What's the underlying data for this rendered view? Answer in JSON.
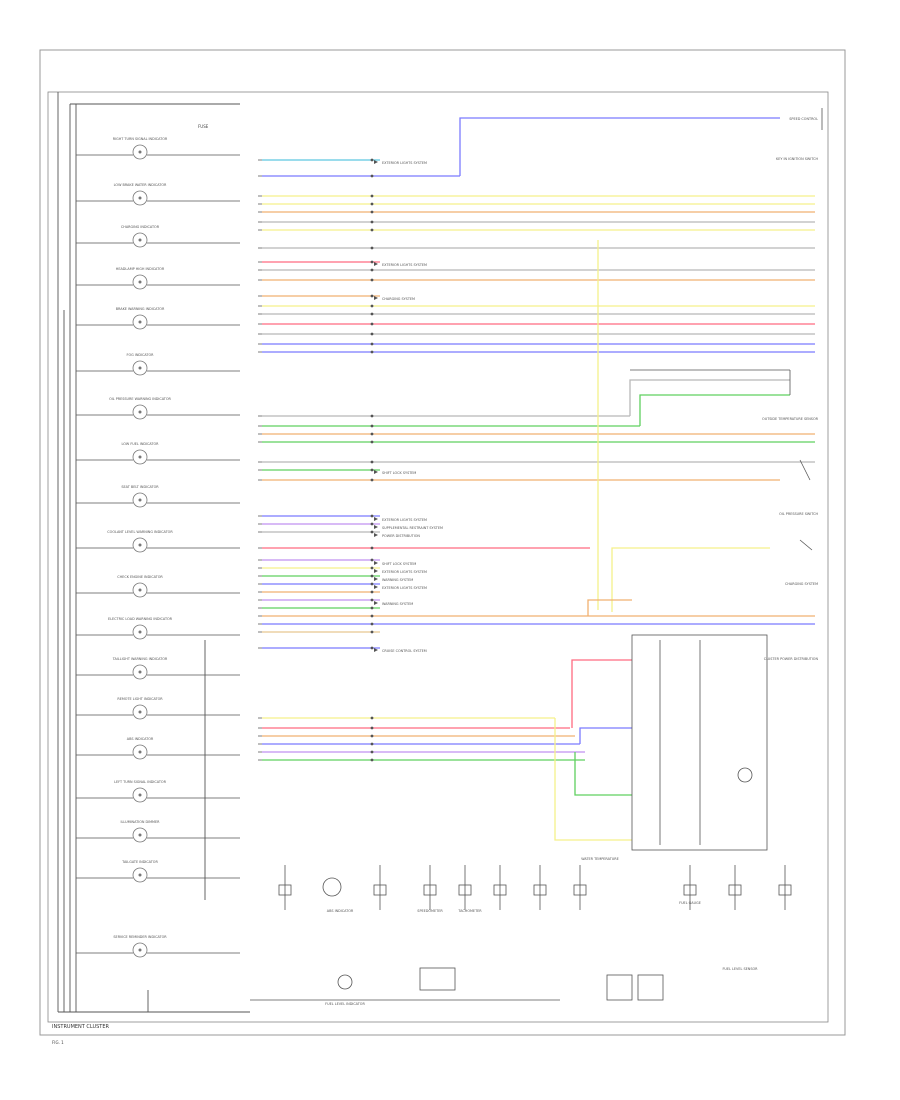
{
  "diagram": {
    "title": "INSTRUMENT CLUSTER",
    "figure_ref": "FIG. 1",
    "fuse_label": "FUSE",
    "left_indicators": [
      "RIGHT TURN SIGNAL INDICATOR",
      "LOW BRAKE WATER INDICATOR",
      "CHARGING INDICATOR",
      "HEADLAMP HIGH INDICATOR",
      "BRAKE WARNING INDICATOR",
      "FOG INDICATOR",
      "OIL PRESSURE WARNING INDICATOR",
      "LOW FUEL INDICATOR",
      "SEAT BELT INDICATOR",
      "COOLANT LEVEL WARNING INDICATOR",
      "CHECK ENGINE INDICATOR",
      "ELECTRIC LOAD WARNING INDICATOR",
      "TAILLIGHT WARNING INDICATOR",
      "REMOTE LIGHT INDICATOR",
      "ABS INDICATOR",
      "LEFT TURN SIGNAL INDICATOR",
      "ILLUMINATION DIMMER",
      "TAILGATE INDICATOR",
      "SERVICE REMINDER INDICATOR"
    ],
    "right_labels": [
      "SPEED CONTROL",
      "KEY IN IGNITION SWITCH",
      "OUTSIDE TEMPERATURE SENSOR",
      "OIL PRESSURE SWITCH",
      "CHARGING SYSTEM",
      "CLUSTER POWER DISTRIBUTION"
    ],
    "mid_labels": [
      "EXTERIOR LIGHTS SYSTEM",
      "EXTERIOR LIGHTS SYSTEM",
      "CHARGING SYSTEM",
      "SHIFT LOCK SYSTEM",
      "EXTERIOR LIGHTS SYSTEM",
      "SUPPLEMENTAL RESTRAINT SYSTEM",
      "POWER DISTRIBUTION",
      "SHIFT LOCK SYSTEM",
      "EXTERIOR LIGHTS SYSTEM",
      "WARNING SYSTEM",
      "EXTERIOR LIGHTS SYSTEM",
      "WARNING SYSTEM",
      "CRUISE CONTROL SYSTEM"
    ],
    "bottom_labels": [
      "ABS INDICATOR",
      "FUEL LEVEL INDICATOR",
      "SPEEDOMETER",
      "TACHOMETER",
      "WATER TEMPERATURE",
      "FUEL GAUGE",
      "FUEL LEVEL SENSOR"
    ],
    "wire_colors": {
      "blue": "#7b7bff",
      "cyan": "#5ec8e0",
      "yellow": "#f5f08a",
      "pink": "#ff6a80",
      "green": "#5fd05f",
      "orange": "#f0b070",
      "gray": "#b8b8b8",
      "purple": "#c090f0",
      "tan": "#e8c890",
      "black": "#222222"
    }
  }
}
